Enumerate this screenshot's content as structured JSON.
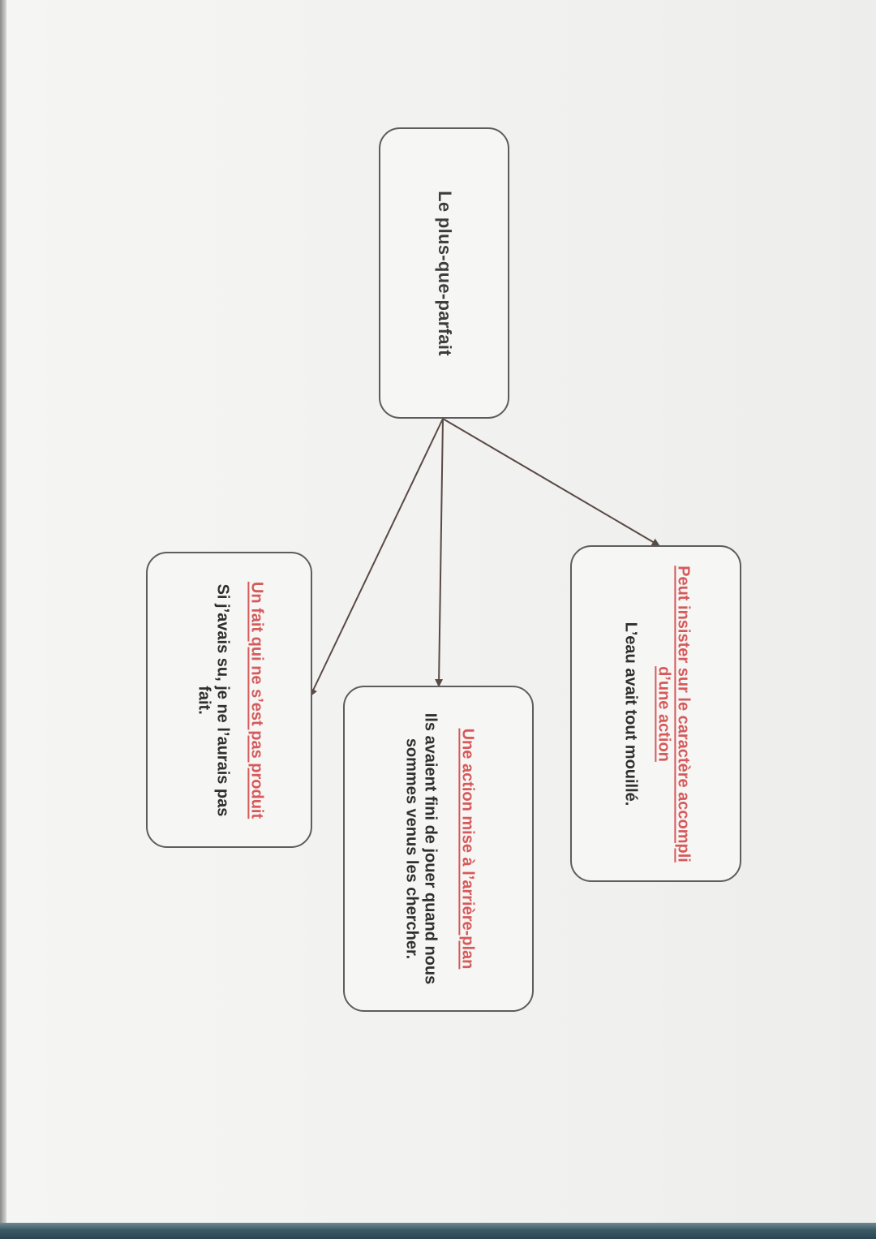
{
  "root": {
    "title": "Le plus-que-parfait"
  },
  "branches": [
    {
      "heading": "Peut insister sur le caractère accompli d’une action",
      "example": "L’eau avait tout mouillé."
    },
    {
      "heading": "Une action mise à l’arrière-plan",
      "example": "Ils avaient fini de jouer quand nous sommes venus les chercher."
    },
    {
      "heading": "Un fait qui ne s’est pas produit",
      "example": "Si j’avais su, je ne l’aurais pas fait."
    }
  ],
  "colors": {
    "heading": "#d6595b",
    "text": "#2f2f2f",
    "border": "#5d5d5d",
    "arrow": "#5a4a45"
  }
}
